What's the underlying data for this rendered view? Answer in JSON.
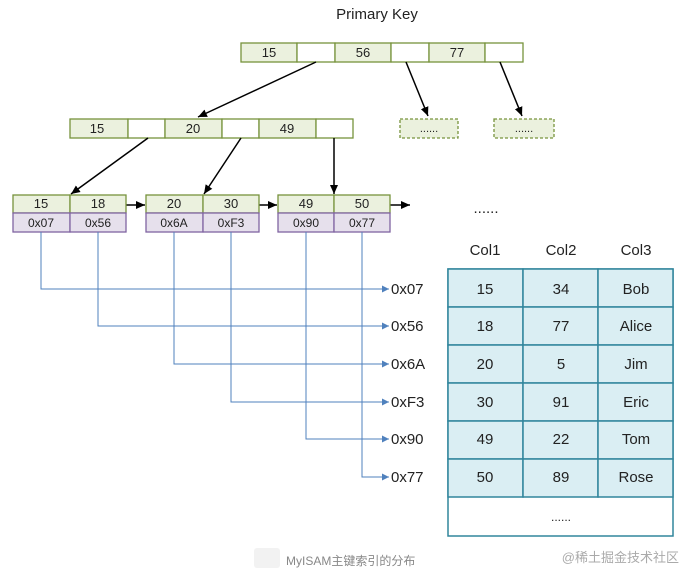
{
  "title": "Primary Key",
  "root_node": [
    "15",
    "",
    "56",
    "",
    "77",
    ""
  ],
  "level2_node": [
    "15",
    "",
    "20",
    "",
    "49",
    ""
  ],
  "placeholder_nodes": [
    "......",
    "......"
  ],
  "leaves": [
    {
      "keys": [
        "15",
        "18"
      ],
      "addrs": [
        "0x07",
        "0x56"
      ]
    },
    {
      "keys": [
        "20",
        "30"
      ],
      "addrs": [
        "0x6A",
        "0xF3"
      ]
    },
    {
      "keys": [
        "49",
        "50"
      ],
      "addrs": [
        "0x90",
        "0x77"
      ]
    }
  ],
  "leaf_more": "......",
  "address_labels": [
    "0x07",
    "0x56",
    "0x6A",
    "0xF3",
    "0x90",
    "0x77"
  ],
  "table": {
    "headers": [
      "Col1",
      "Col2",
      "Col3"
    ],
    "rows": [
      [
        "15",
        "34",
        "Bob"
      ],
      [
        "18",
        "77",
        "Alice"
      ],
      [
        "20",
        "5",
        "Jim"
      ],
      [
        "30",
        "91",
        "Eric"
      ],
      [
        "49",
        "22",
        "Tom"
      ],
      [
        "50",
        "89",
        "Rose"
      ]
    ],
    "more": "......"
  },
  "caption": "MyISAM主键索引的分布",
  "watermark": "@稀土掘金技术社区",
  "colors": {
    "key_fill": "#ebf1de",
    "key_border": "#77933c",
    "addr_fill": "#e6e0ec",
    "addr_border": "#8064a2",
    "table_fill": "#daeef3",
    "table_border": "#31859c",
    "pointer_line": "#4f81bd",
    "arrow": "#000000"
  }
}
